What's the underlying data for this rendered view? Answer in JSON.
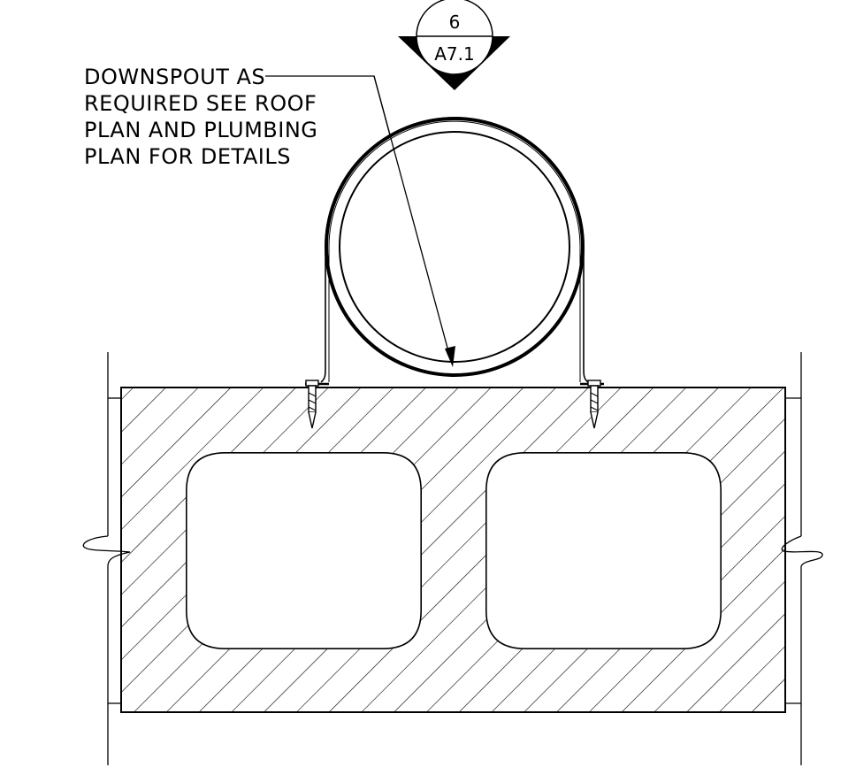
{
  "section_tag": {
    "detail_number": "6",
    "sheet_number": "A7.1"
  },
  "callout": {
    "lines": [
      "DOWNSPOUT AS",
      "REQUIRED SEE ROOF",
      "PLAN AND PLUMBING",
      "PLAN FOR DETAILS"
    ]
  },
  "colors": {
    "line": "#000000",
    "background": "#ffffff"
  },
  "icons": {
    "section_marker": "section-cut-marker-icon",
    "fastener": "screw-fastener-icon",
    "break_symbol": "break-line-icon"
  }
}
